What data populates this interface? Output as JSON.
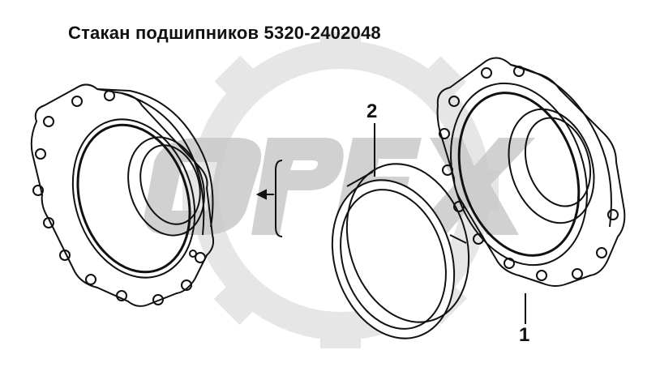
{
  "title": "Стакан подшипников 5320-2402048",
  "callouts": [
    {
      "label": "2"
    },
    {
      "label": "1"
    }
  ],
  "watermark": {
    "text": "OPEX",
    "color": "#d9d9d9"
  },
  "colors": {
    "line": "#111111",
    "fill": "#ffffff",
    "watermark": "#d6d6d6"
  }
}
